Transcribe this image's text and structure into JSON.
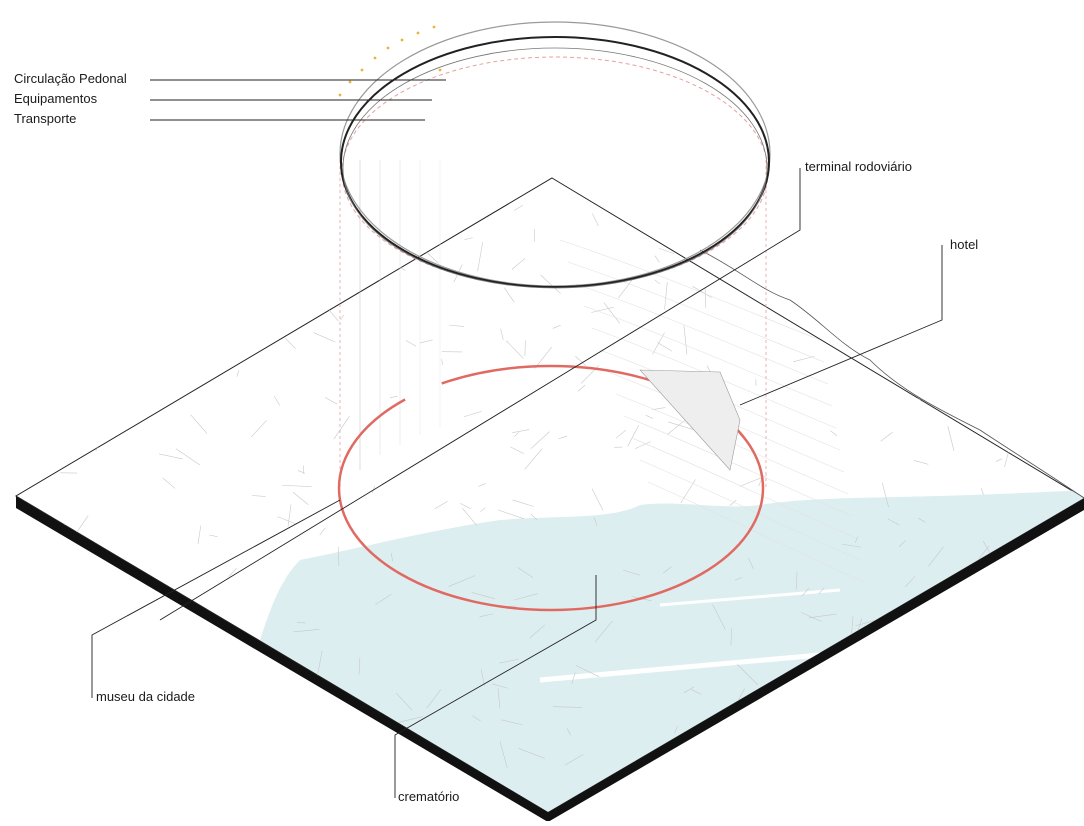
{
  "layers": {
    "pedestrian": "Circulação Pedonal",
    "equipment": "Equipamentos",
    "transport": "Transporte"
  },
  "points_of_interest": {
    "bus_terminal": "terminal rodoviário",
    "hotel": "hotel",
    "city_museum": "museu da cidade",
    "crematorium": "crematório"
  },
  "colors": {
    "ring_highlight": "#e06a62",
    "dashed_ring": "#e8a0a0",
    "water": "#ddeef0",
    "slab_edge": "#111111",
    "layer_dots": "#e8b53a",
    "map_lines": "#c8c8c8"
  }
}
